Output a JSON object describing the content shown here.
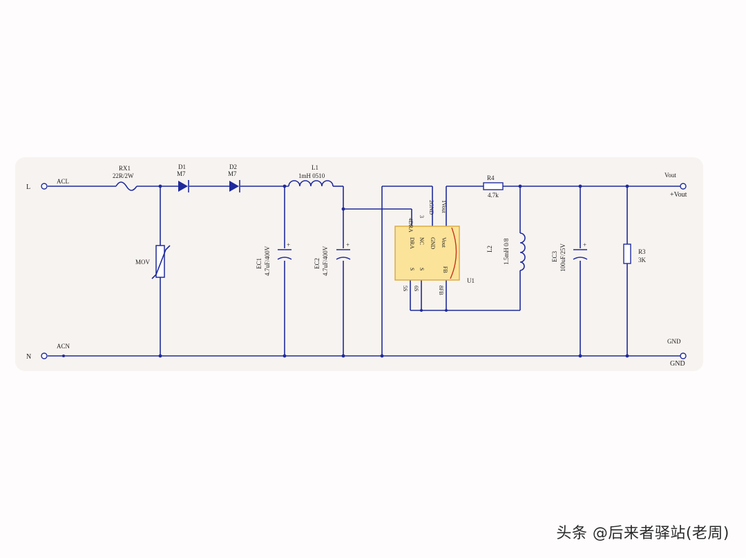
{
  "terminals": {
    "line": "L",
    "neutral": "N",
    "line_net": "ACL",
    "neutral_net": "ACN",
    "vout_net": "Vout",
    "vout_port": "+Vout",
    "gnd_net": "GND",
    "gnd_port": "GND"
  },
  "components": {
    "rx1": {
      "ref": "RX1",
      "value": "22R/2W"
    },
    "d1": {
      "ref": "D1",
      "value": "M7"
    },
    "d2": {
      "ref": "D2",
      "value": "M7"
    },
    "mov": {
      "ref": "MOV"
    },
    "l1": {
      "ref": "L1",
      "value": "1mH  0510"
    },
    "ec1": {
      "ref": "EC1",
      "value": "4.7uF/400V"
    },
    "ec2": {
      "ref": "EC2",
      "value": "4.7uF/400V"
    },
    "u1": {
      "ref": "U1",
      "pins_top": [
        "4DRA",
        "3",
        "2GND",
        "1Vout"
      ],
      "pins_inner": [
        "DRA",
        "NC",
        "GND",
        "Vout"
      ],
      "pins_inner_bottom": [
        "S",
        "S",
        "FB"
      ],
      "pins_bottom": [
        "5S",
        "6S",
        "8FB"
      ]
    },
    "r4": {
      "ref": "R4",
      "value": "4.7k"
    },
    "l2": {
      "ref": "L2",
      "value": "1.5mH  0/8"
    },
    "ec3": {
      "ref": "EC3",
      "value": "100uF/25V"
    },
    "r3": {
      "ref": "R3",
      "value": "3K"
    }
  },
  "colors": {
    "wire": "#1f2a9c",
    "chip_fill": "#fbe39a",
    "chip_border": "#d9a83a",
    "accent": "#c8321e"
  },
  "watermark": "头条 @后来者驿站(老周)"
}
